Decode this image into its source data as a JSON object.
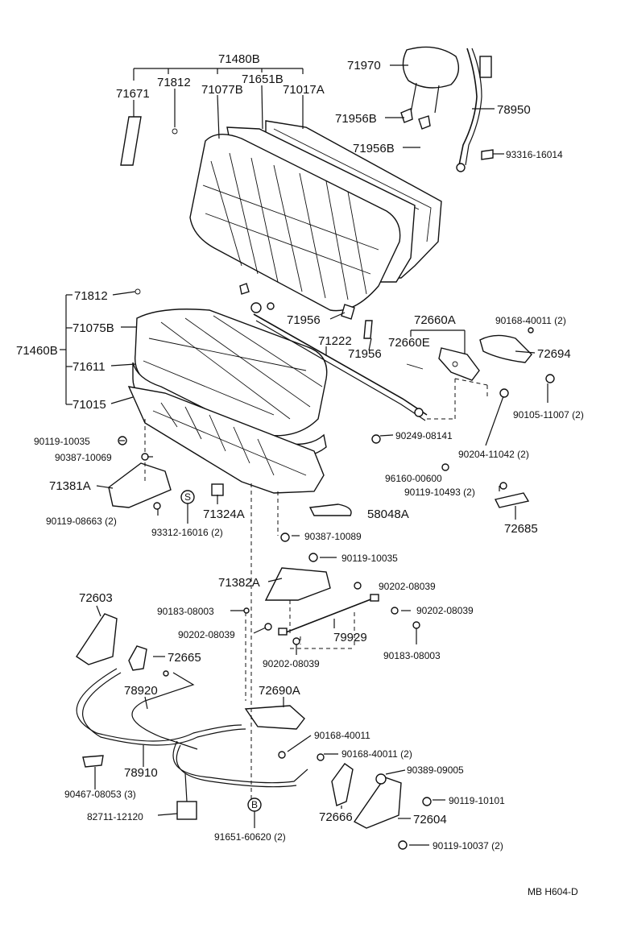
{
  "footer": {
    "code": "MB  H604-D"
  },
  "circle_marks": {
    "s": "S",
    "b": "B"
  },
  "labels": {
    "p71480B": "71480B",
    "p71671": "71671",
    "p71812a": "71812",
    "p71077B": "71077B",
    "p71651B": "71651B",
    "p71017A": "71017A",
    "p71970": "71970",
    "p71956B_1": "71956B",
    "p71956B_2": "71956B",
    "p78950": "78950",
    "p93316": "93316-16014",
    "p71812b": "71812",
    "p71075B": "71075B",
    "p71460B": "71460B",
    "p71611": "71611",
    "p71015": "71015",
    "p71956_1": "71956",
    "p71956_2": "71956",
    "p71222": "71222",
    "p72660A": "72660A",
    "p72660E": "72660E",
    "p90168_40011a": "90168-40011 (2)",
    "p72694": "72694",
    "p90105": "90105-11007 (2)",
    "p90119_10035a": "90119-10035",
    "p90387_10069": "90387-10069",
    "p90249": "90249-08141",
    "p90204": "90204-11042 (2)",
    "p96160": "96160-00600",
    "p90119_10493": "90119-10493 (2)",
    "p71381A": "71381A",
    "p71324A": "71324A",
    "p58048A": "58048A",
    "p72685": "72685",
    "p90119_08663": "90119-08663 (2)",
    "p93312": "93312-16016 (2)",
    "p90387_10089": "90387-10089",
    "p90119_10035b": "90119-10035",
    "p71382A": "71382A",
    "p90202_08039a": "90202-08039",
    "p72603": "72603",
    "p90183_08003a": "90183-08003",
    "p90202_08039b": "90202-08039",
    "p90202_08039c": "90202-08039",
    "p79929": "79929",
    "p90183_08003b": "90183-08003",
    "p72665": "72665",
    "p90202_08039d": "90202-08039",
    "p78920": "78920",
    "p72690A": "72690A",
    "p90168_40011b": "90168-40011",
    "p90168_40011c": "90168-40011 (2)",
    "p78910": "78910",
    "p90389": "90389-09005",
    "p90467": "90467-08053 (3)",
    "p90119_10101": "90119-10101",
    "p82711": "82711-12120",
    "p72666": "72666",
    "p72604": "72604",
    "p91651": "91651-60620 (2)",
    "p90119_10037": "90119-10037 (2)"
  }
}
